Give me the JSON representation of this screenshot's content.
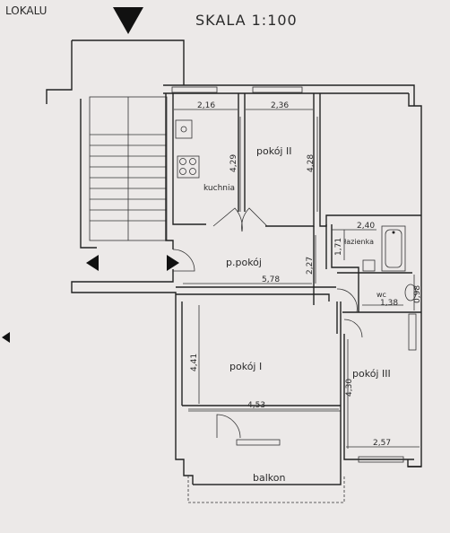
{
  "header": {
    "corner_text": "LOKALU",
    "scale": "SKALA 1:100"
  },
  "rooms": {
    "kitchen": "kuchnia",
    "room2": "pokój II",
    "hall": "p.pokój",
    "bath": "łazienka",
    "wc": "wc",
    "room1": "pokój I",
    "room3": "pokój III",
    "balcony": "balkon"
  },
  "dimensions": {
    "kitchen_width": "2,16",
    "kitchen_height": "4,29",
    "room2_width": "2,36",
    "room2_height": "4,28",
    "bath_width": "2,40",
    "bath_height": "1,71",
    "wc_width": "1,38",
    "wc_height": "0,98",
    "hall_length": "5,78",
    "hall_height": "2,27",
    "room1_height": "4,41",
    "room1_width": "4,53",
    "room3_height": "4,30",
    "room3_width": "2,57"
  }
}
